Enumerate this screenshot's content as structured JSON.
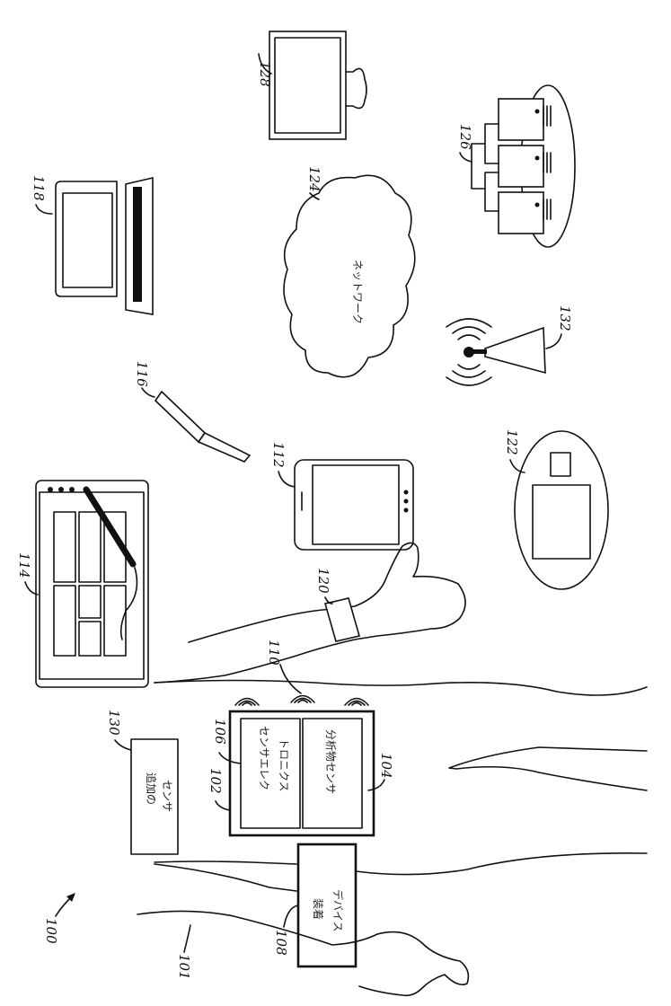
{
  "figure": {
    "orientation": "rotated-90-clockwise",
    "references": {
      "system": "100",
      "user_arm": "101",
      "sensor_device": "102",
      "analyte_sensor": "104",
      "sensor_electronics": "106",
      "attachment_device": "108",
      "wireless_signal": "110",
      "smartphone": "112",
      "tablet": "114",
      "pen_injector": "116",
      "laptop": "118",
      "wearable_band": "120",
      "medical_device": "122",
      "network": "124",
      "server_system": "126",
      "monitor": "128",
      "additional_sensor": "130",
      "wireless_access_point": "132"
    },
    "labels": {
      "network": "ネットワーク",
      "sensor_electronics_line1": "センサエレク",
      "sensor_electronics_line2": "トロニクス",
      "analyte_sensor": "分析物センサ",
      "attachment_line1": "装着",
      "attachment_line2": "デバイス",
      "additional_sensor_line1": "追加の",
      "additional_sensor_line2": "センサ"
    }
  }
}
